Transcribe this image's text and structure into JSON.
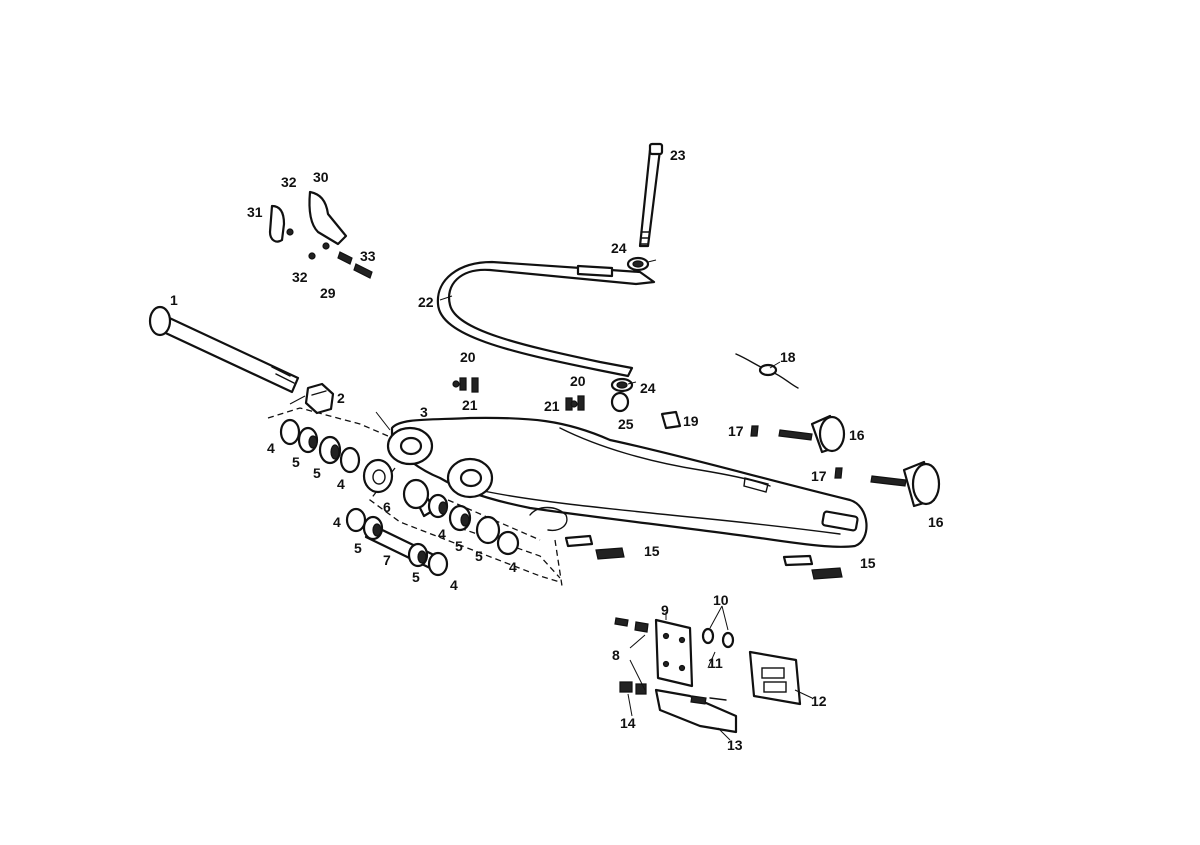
{
  "diagram": {
    "callouts": [
      {
        "id": "c1",
        "text": "1"
      },
      {
        "id": "c2",
        "text": "2"
      },
      {
        "id": "c3",
        "text": "3"
      },
      {
        "id": "c4a",
        "text": "4"
      },
      {
        "id": "c4b",
        "text": "4"
      },
      {
        "id": "c4c",
        "text": "4"
      },
      {
        "id": "c4d",
        "text": "4"
      },
      {
        "id": "c4e",
        "text": "4"
      },
      {
        "id": "c4f",
        "text": "4"
      },
      {
        "id": "c5a",
        "text": "5"
      },
      {
        "id": "c5b",
        "text": "5"
      },
      {
        "id": "c5c",
        "text": "5"
      },
      {
        "id": "c5d",
        "text": "5"
      },
      {
        "id": "c5e",
        "text": "5"
      },
      {
        "id": "c5f",
        "text": "5"
      },
      {
        "id": "c6",
        "text": "6"
      },
      {
        "id": "c7",
        "text": "7"
      },
      {
        "id": "c8",
        "text": "8"
      },
      {
        "id": "c9",
        "text": "9"
      },
      {
        "id": "c10",
        "text": "10"
      },
      {
        "id": "c11",
        "text": "11"
      },
      {
        "id": "c12",
        "text": "12"
      },
      {
        "id": "c13",
        "text": "13"
      },
      {
        "id": "c14",
        "text": "14"
      },
      {
        "id": "c15a",
        "text": "15"
      },
      {
        "id": "c15b",
        "text": "15"
      },
      {
        "id": "c16a",
        "text": "16"
      },
      {
        "id": "c16b",
        "text": "16"
      },
      {
        "id": "c17a",
        "text": "17"
      },
      {
        "id": "c17b",
        "text": "17"
      },
      {
        "id": "c18",
        "text": "18"
      },
      {
        "id": "c19",
        "text": "19"
      },
      {
        "id": "c20a",
        "text": "20"
      },
      {
        "id": "c20b",
        "text": "20"
      },
      {
        "id": "c21a",
        "text": "21"
      },
      {
        "id": "c21b",
        "text": "21"
      },
      {
        "id": "c22",
        "text": "22"
      },
      {
        "id": "c23",
        "text": "23"
      },
      {
        "id": "c24a",
        "text": "24"
      },
      {
        "id": "c24b",
        "text": "24"
      },
      {
        "id": "c25",
        "text": "25"
      },
      {
        "id": "c29",
        "text": "29"
      },
      {
        "id": "c30",
        "text": "30"
      },
      {
        "id": "c31",
        "text": "31"
      },
      {
        "id": "c32a",
        "text": "32"
      },
      {
        "id": "c32b",
        "text": "32"
      },
      {
        "id": "c33",
        "text": "33"
      }
    ]
  }
}
